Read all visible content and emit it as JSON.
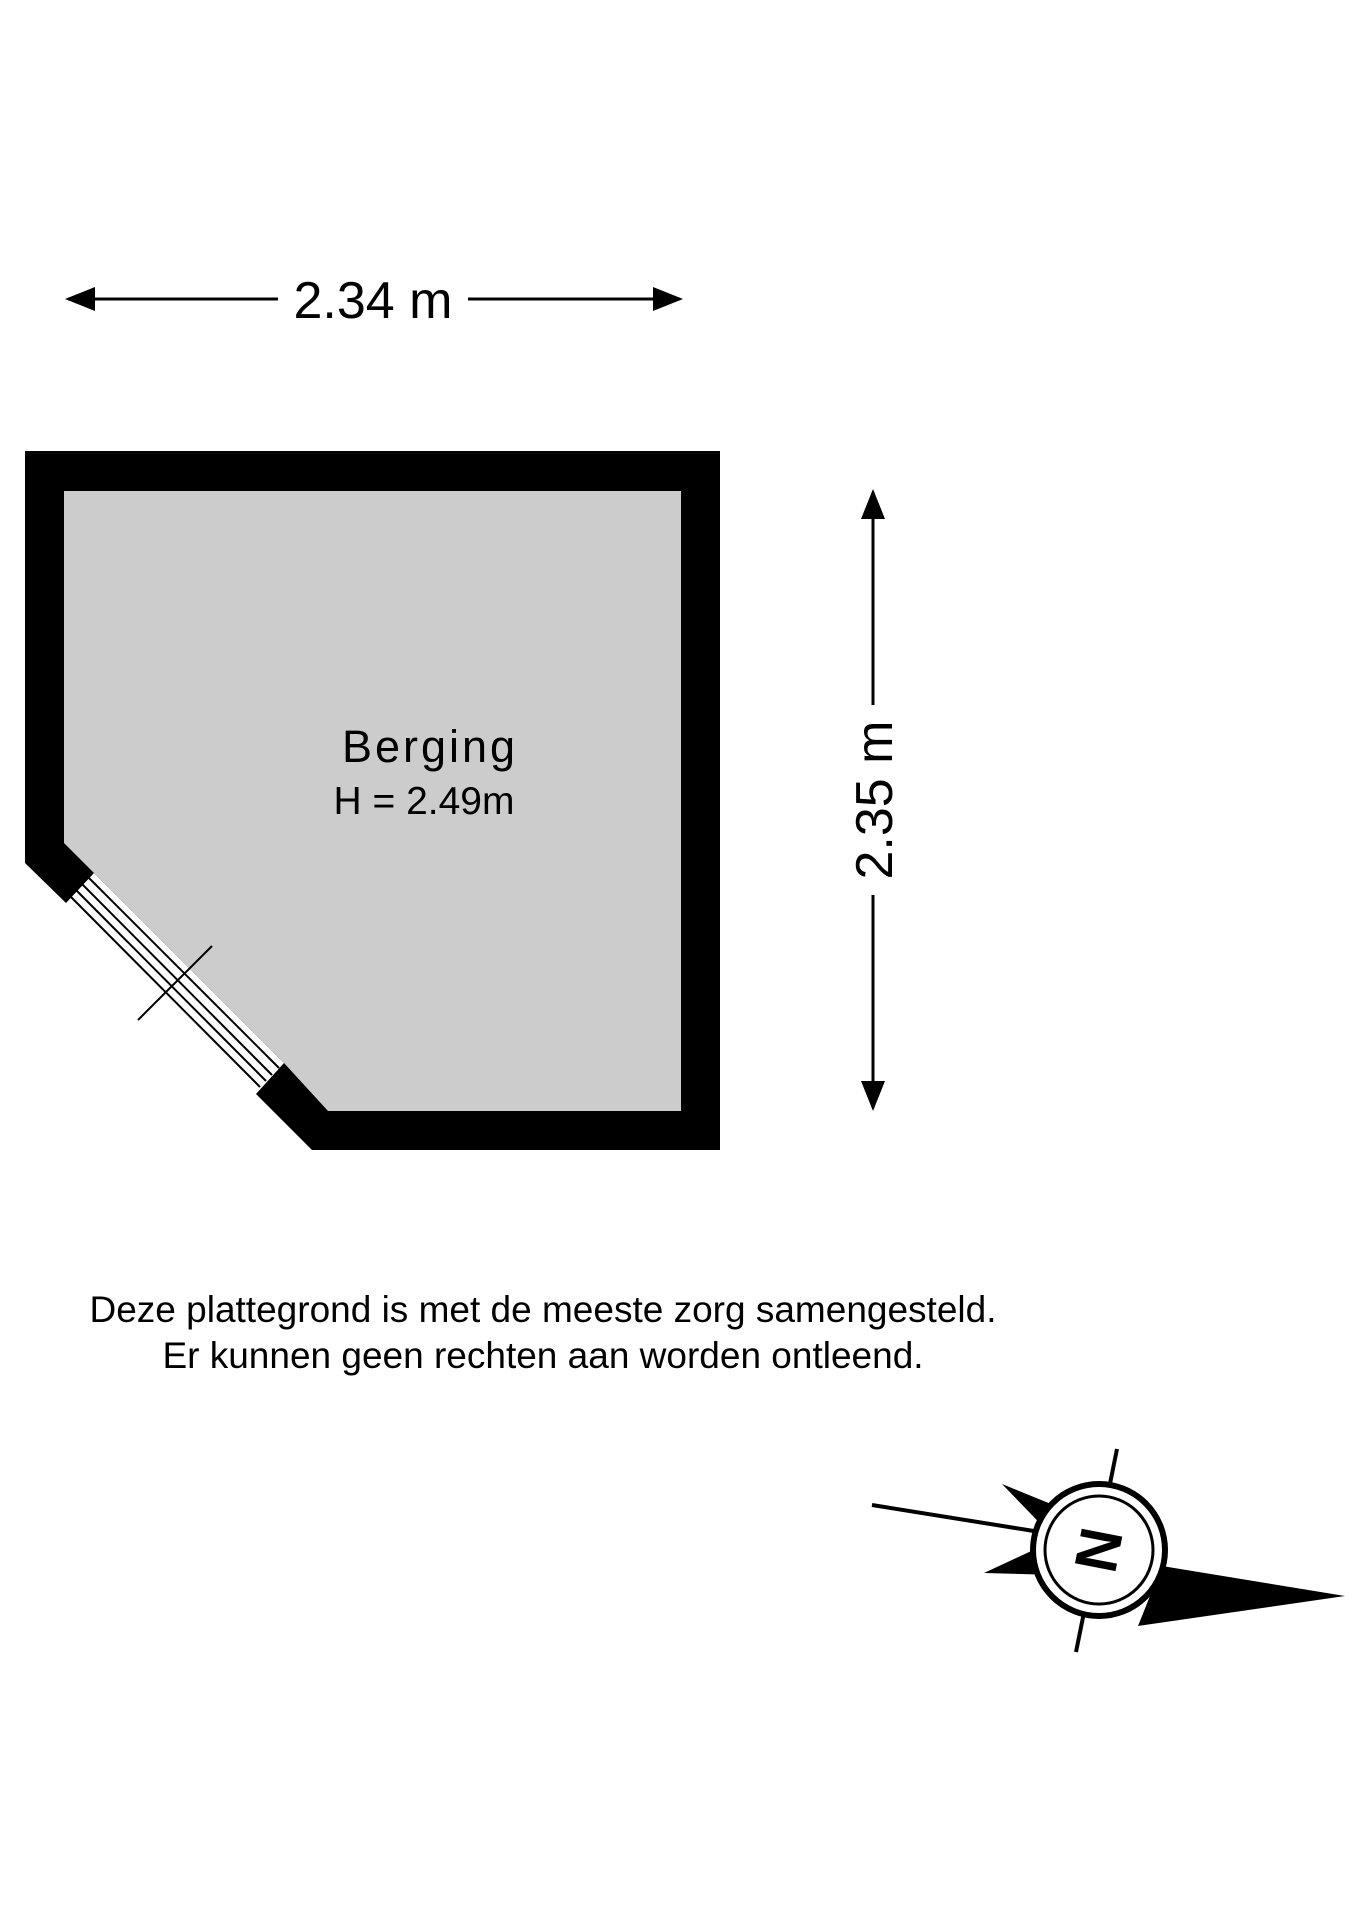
{
  "dimensions": {
    "width_label": "2.34 m",
    "depth_label": "2.35 m"
  },
  "room": {
    "name": "Berging",
    "height_label": "H = 2.49m"
  },
  "disclaimer": {
    "line1": "Deze plattegrond is met de meeste zorg samengesteld.",
    "line2": "Er kunnen geen rechten aan worden ontleend."
  },
  "compass": {
    "north_label": "N",
    "icon": "compass-rose-icon"
  },
  "colors": {
    "wall": "#000000",
    "floor": "#cccccc",
    "background": "#ffffff"
  }
}
